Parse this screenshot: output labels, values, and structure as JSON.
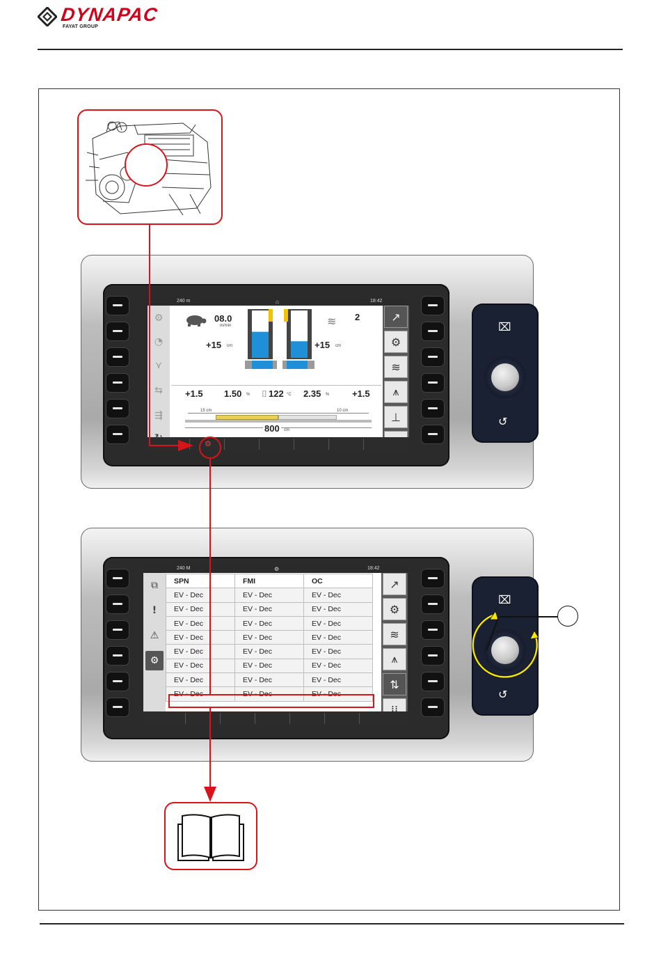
{
  "brand": {
    "name": "DYNAPAC",
    "group": "FAYAT GROUP",
    "color": "#d0021b"
  },
  "colors": {
    "callout_red": "#d7141a",
    "gauge_blue": "#1f8fd8",
    "gauge_yellow": "#f2c200",
    "knob_arrow_yellow": "#f6e800"
  },
  "display_run": {
    "status_bar": {
      "left": "240 m",
      "right": "18:42",
      "center_icon": "home-icon"
    },
    "speed": {
      "value": "08.0",
      "unit": "m/min"
    },
    "layers": {
      "value": "2"
    },
    "left_offset": {
      "value": "+15",
      "unit": "cm"
    },
    "right_offset": {
      "value": "+15",
      "unit": "cm"
    },
    "left_step": "+1.5",
    "left_slope": {
      "value": "1.50",
      "unit": "%"
    },
    "temperature": {
      "value": "122",
      "unit": "°C"
    },
    "right_slope": {
      "value": "2.35",
      "unit": "%"
    },
    "right_step": "+1.5",
    "left_ext": "15 cm",
    "right_ext": "10 cm",
    "width": {
      "value": "800",
      "unit": "cm"
    },
    "left_gauge_fill": 0.55,
    "right_gauge_fill": 0.35,
    "left_softkeys": [
      "engine-icon",
      "speed-dial-icon",
      "ramp-icon",
      "conveyor-icon",
      "auger-icon",
      "rotate-icon"
    ],
    "right_softkeys": [
      "exit-arrow-icon",
      "settings-gear-icon",
      "layers-icon",
      "tripod-icon",
      "chart-icon",
      "menu-grid-icon"
    ]
  },
  "display_faults": {
    "status_bar": {
      "left": "240 M",
      "right": "18:42",
      "center_icon": "engine-fault-icon"
    },
    "columns": [
      "SPN",
      "FMI",
      "OC"
    ],
    "rows": [
      [
        "EV - Dec",
        "EV - Dec",
        "EV - Dec"
      ],
      [
        "EV - Dec",
        "EV - Dec",
        "EV - Dec"
      ],
      [
        "EV - Dec",
        "EV - Dec",
        "EV - Dec"
      ],
      [
        "EV - Dec",
        "EV - Dec",
        "EV - Dec"
      ],
      [
        "EV - Dec",
        "EV - Dec",
        "EV - Dec"
      ],
      [
        "EV - Dec",
        "EV - Dec",
        "EV - Dec"
      ],
      [
        "EV - Dec",
        "EV - Dec",
        "EV - Dec"
      ],
      [
        "EV - Dec",
        "EV - Dec",
        "EV - Dec"
      ]
    ],
    "highlighted_row": 7,
    "left_softkeys": [
      "copy-icon",
      "exclamation-icon",
      "warning-triangle-icon",
      "engine-icon"
    ],
    "right_softkeys": [
      "exit-arrow-icon",
      "settings-add-icon",
      "layers-icon",
      "tripod-icon",
      "sort-list-icon",
      "menu-grid-icon"
    ]
  }
}
